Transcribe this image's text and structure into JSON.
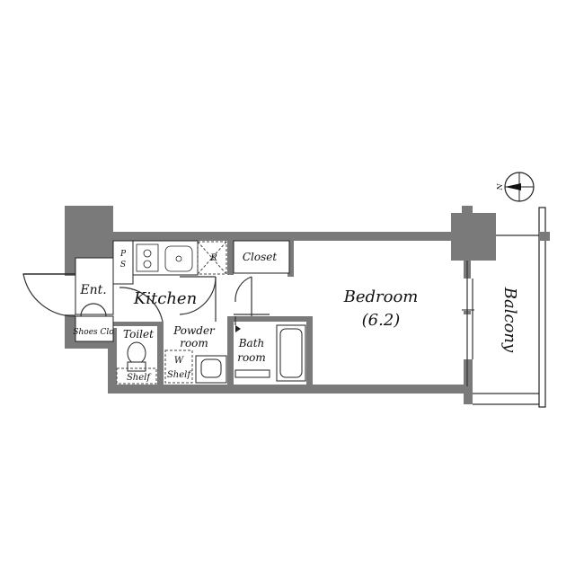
{
  "rooms": {
    "entrance": "Ent.",
    "shoes_closet": "Shoes Clo",
    "ps_top": "P",
    "ps_bottom": "S",
    "refrigerator": "R",
    "closet": "Closet",
    "kitchen": "Kitchen",
    "toilet": "Toilet",
    "toilet_shelf": "Shelf",
    "powder_room_1": "Powder",
    "powder_room_2": "room",
    "washer_1": "W",
    "washer_2": "Shelf",
    "bath_1": "Bath",
    "bath_2": "room",
    "bedroom": "Bedroom",
    "bedroom_size": "(6.2)",
    "balcony": "Balcony"
  },
  "compass": {
    "north_label": "N"
  },
  "colors": {
    "wall": "#7a7a7a",
    "line": "#333333",
    "background": "#ffffff"
  }
}
